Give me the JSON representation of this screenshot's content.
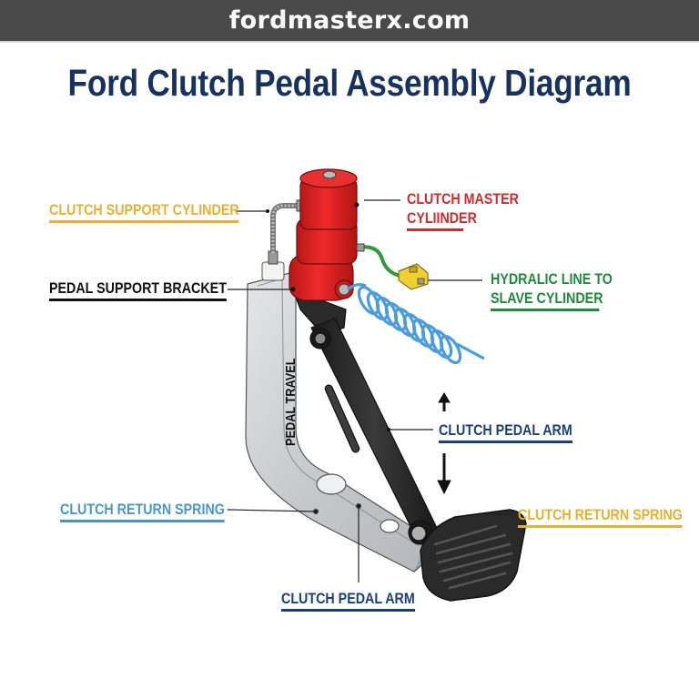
{
  "header": {
    "site_name": "fordmasterx.com"
  },
  "title": "Ford Clutch Pedal Assembly Diagram",
  "colors": {
    "header_bg": "#4a4a4a",
    "title": "#17325e",
    "label_yellow": "#e8b030",
    "label_red": "#d02a30",
    "label_green": "#1f8a3a",
    "label_black": "#111111",
    "label_navy": "#1c3f78",
    "label_lightblue": "#4a95cc",
    "cylinder_red": "#e02020",
    "bracket_gray": "#c8ccd0",
    "pedal_black": "#222222",
    "coil_blue": "#4a9be0",
    "connector_yellow": "#f0d030",
    "line_green": "#2f9a3a"
  },
  "labels": [
    {
      "id": "clutch-support-cylinder",
      "lines": [
        "CLUTCH SUPPORT CYLINDER"
      ],
      "color": "#e8b030",
      "side": "left"
    },
    {
      "id": "pedal-support-bracket",
      "lines": [
        "PEDAL SUPPORT BRACKET"
      ],
      "color": "#111111",
      "side": "left"
    },
    {
      "id": "clutch-master-cylinder",
      "lines": [
        "CLUTCH MASTER",
        "CYLIINDER"
      ],
      "color": "#d02a30",
      "side": "right"
    },
    {
      "id": "hydraulic-line",
      "lines": [
        "HYDRALIC LINE TO",
        "SLAVE CYLINDER"
      ],
      "color": "#1f8a3a",
      "side": "right"
    },
    {
      "id": "clutch-pedal-arm-right",
      "lines": [
        "CLUTCH PEDAL ARM"
      ],
      "color": "#1c3f78",
      "side": "right"
    },
    {
      "id": "clutch-return-spring-right",
      "lines": [
        "CLUTCH RETURN SPRING"
      ],
      "color": "#e8b030",
      "side": "right"
    },
    {
      "id": "clutch-return-spring-left",
      "lines": [
        "CLUTCH RETURN SPRING"
      ],
      "color": "#4a95cc",
      "side": "left"
    },
    {
      "id": "clutch-pedal-arm-bottom",
      "lines": [
        "CLUTCH PEDAL ARM"
      ],
      "color": "#1c3f78",
      "side": "bottom"
    }
  ],
  "illustration": {
    "bracket_text": "PEDAL TRAVEL",
    "travel_arrows": [
      "up",
      "down"
    ]
  }
}
